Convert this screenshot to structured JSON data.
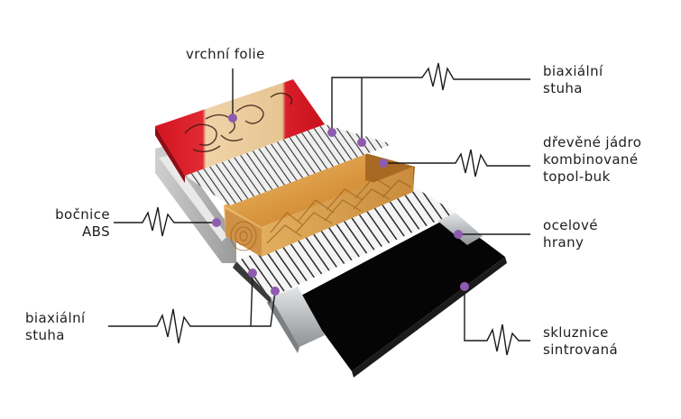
{
  "labels": {
    "top_sheet": "vrchní folie",
    "biax_top": [
      "biaxiální",
      "stuha"
    ],
    "core": [
      "dřevěné jádro",
      "kombinované",
      "topol-buk"
    ],
    "sidewall": [
      "bočnice",
      "ABS"
    ],
    "steel_edges": [
      "ocelové",
      "hrany"
    ],
    "biax_bottom": [
      "biaxiální",
      "stuha"
    ],
    "base": [
      "skluznice",
      "sintrovaná"
    ]
  },
  "colors": {
    "leader": "#1a1a1a",
    "marker": "#8e5bb0",
    "top_red": "#d81e2a",
    "wood": "#d9a450",
    "base_black": "#050505",
    "steel": "#b9bcbf"
  }
}
